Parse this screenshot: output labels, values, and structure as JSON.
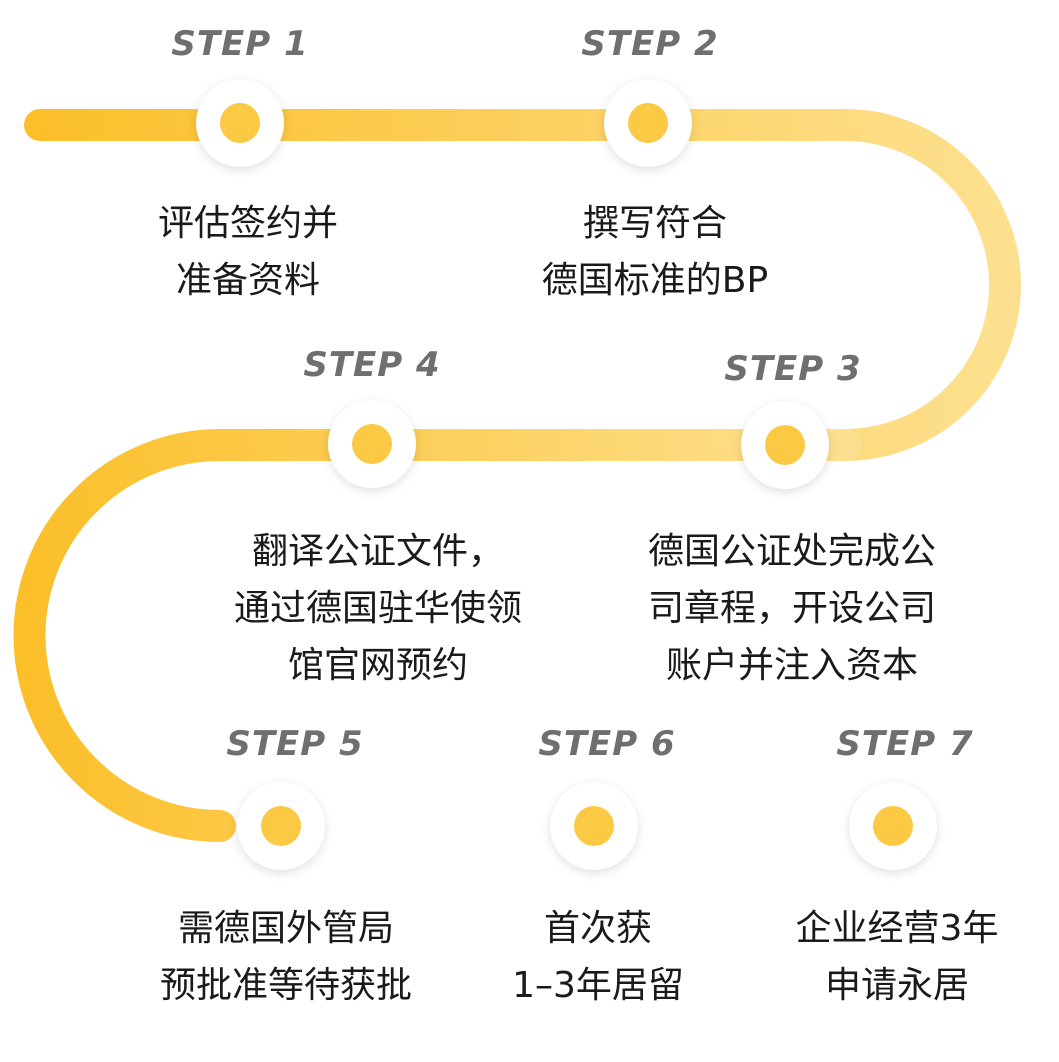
{
  "colors": {
    "path_start": "#fbbf2a",
    "path_end": "#fde08f",
    "dot": "#fbc944",
    "step_label": "#6f6f6f",
    "text": "#1a1a1a"
  },
  "steps": [
    {
      "label": "STEP 1",
      "lines": [
        "评估签约并",
        "准备资料"
      ]
    },
    {
      "label": "STEP 2",
      "lines": [
        "撰写符合",
        "德国标准的BP"
      ]
    },
    {
      "label": "STEP 3",
      "lines": [
        "德国公证处完成公",
        "司章程，开设公司",
        "账户并注入资本"
      ]
    },
    {
      "label": "STEP 4",
      "lines": [
        "翻译公证文件，",
        "通过德国驻华使领",
        "馆官网预约"
      ]
    },
    {
      "label": "STEP 5",
      "lines": [
        "需德国外管局",
        "预批准等待获批"
      ]
    },
    {
      "label": "STEP 6",
      "lines": [
        "首次获",
        "1–3年居留"
      ]
    },
    {
      "label": "STEP 7",
      "lines": [
        "企业经营3年",
        "申请永居"
      ]
    }
  ]
}
